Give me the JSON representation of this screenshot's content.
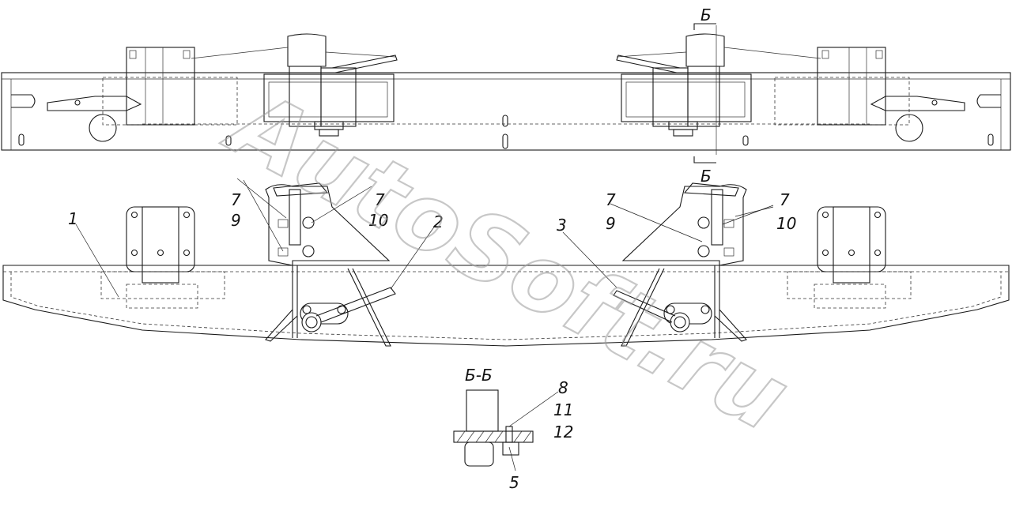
{
  "watermark": "AutoSoft.ru",
  "section_marks": {
    "top": "Б",
    "bottom": "Б",
    "view_title": "Б-Б"
  },
  "callouts": {
    "left_upper_7": "7",
    "left_upper_9": "9",
    "left_right_7": "7",
    "left_right_10": "10",
    "part_1": "1",
    "part_2": "2",
    "part_3": "3",
    "right_left_7": "7",
    "right_left_9": "9",
    "right_right_7": "7",
    "right_right_10": "10",
    "section_8": "8",
    "section_11": "11",
    "section_12": "12",
    "section_5": "5"
  }
}
